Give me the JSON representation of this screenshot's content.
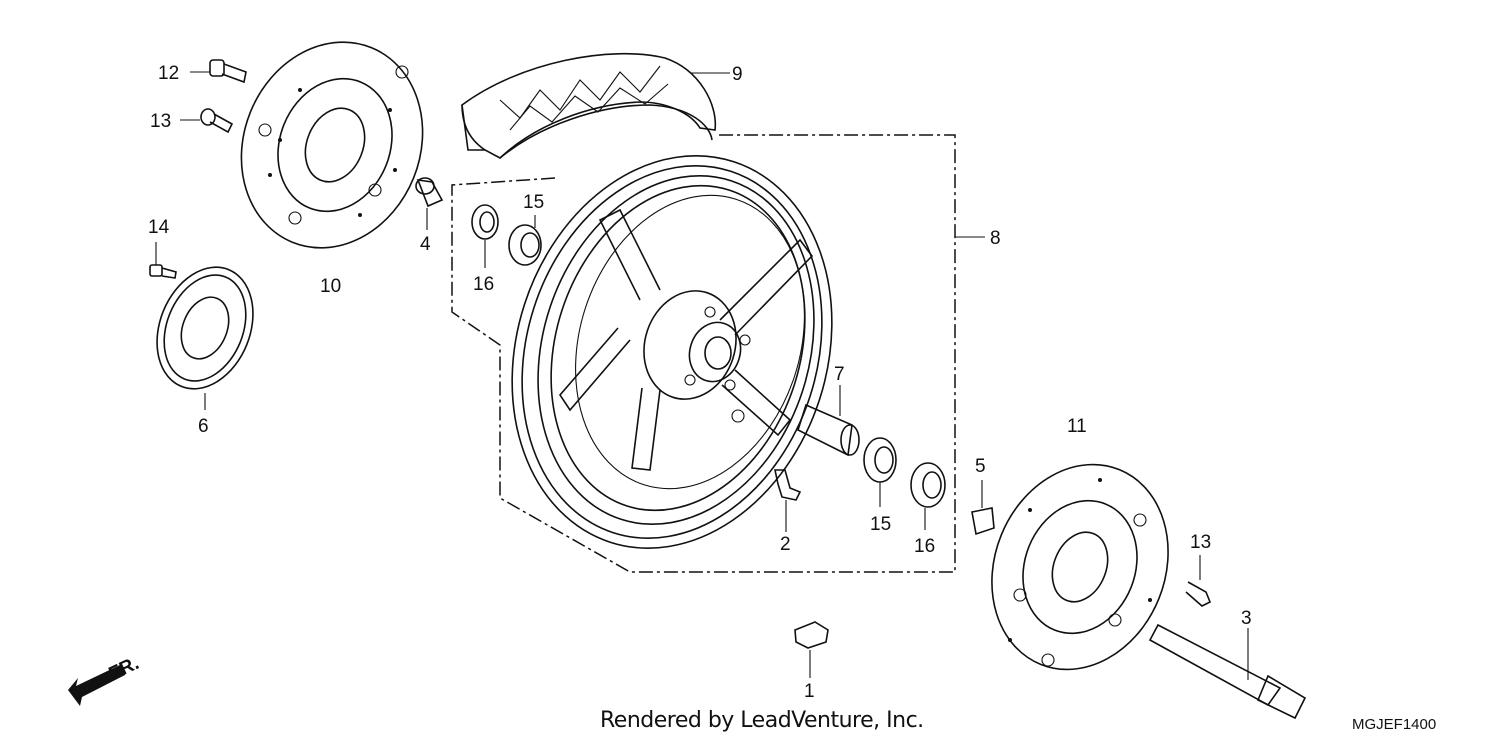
{
  "callouts": [
    "1",
    "2",
    "3",
    "4",
    "5",
    "6",
    "7",
    "8",
    "9",
    "10",
    "11",
    "12",
    "13",
    "13",
    "14",
    "15",
    "15",
    "16",
    "16"
  ],
  "labels": {
    "p1": "1",
    "p2": "2",
    "p3": "3",
    "p4": "4",
    "p5": "5",
    "p6": "6",
    "p7": "7",
    "p8": "8",
    "p9": "9",
    "p10": "10",
    "p11": "11",
    "p12": "12",
    "p13a": "13",
    "p13b": "13",
    "p14": "14",
    "p15a": "15",
    "p15b": "15",
    "p16a": "16",
    "p16b": "16"
  },
  "front_arrow": "FR.",
  "footer": {
    "credit": "Rendered by LeadVenture, Inc.",
    "code": "MGJEF1400"
  }
}
